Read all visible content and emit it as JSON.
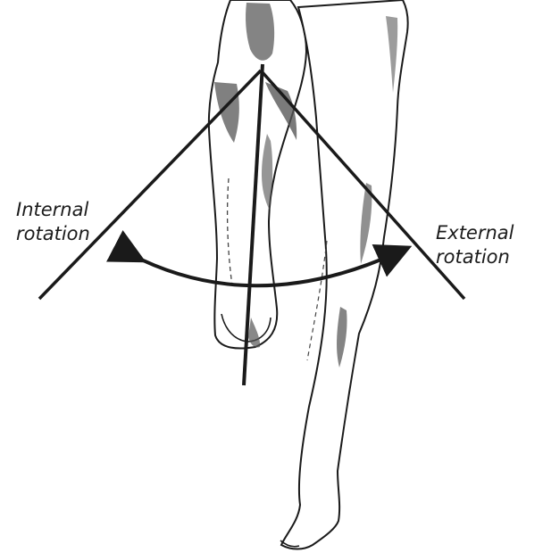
{
  "labels": {
    "internal": [
      "Internal",
      "rotation"
    ],
    "external": [
      "External",
      "rotation"
    ]
  },
  "figure": {
    "subject": "two-legs-illustration",
    "colors": {
      "ink": "#1a1a1a",
      "shade": "#555555",
      "paper": "#ffffff"
    }
  }
}
